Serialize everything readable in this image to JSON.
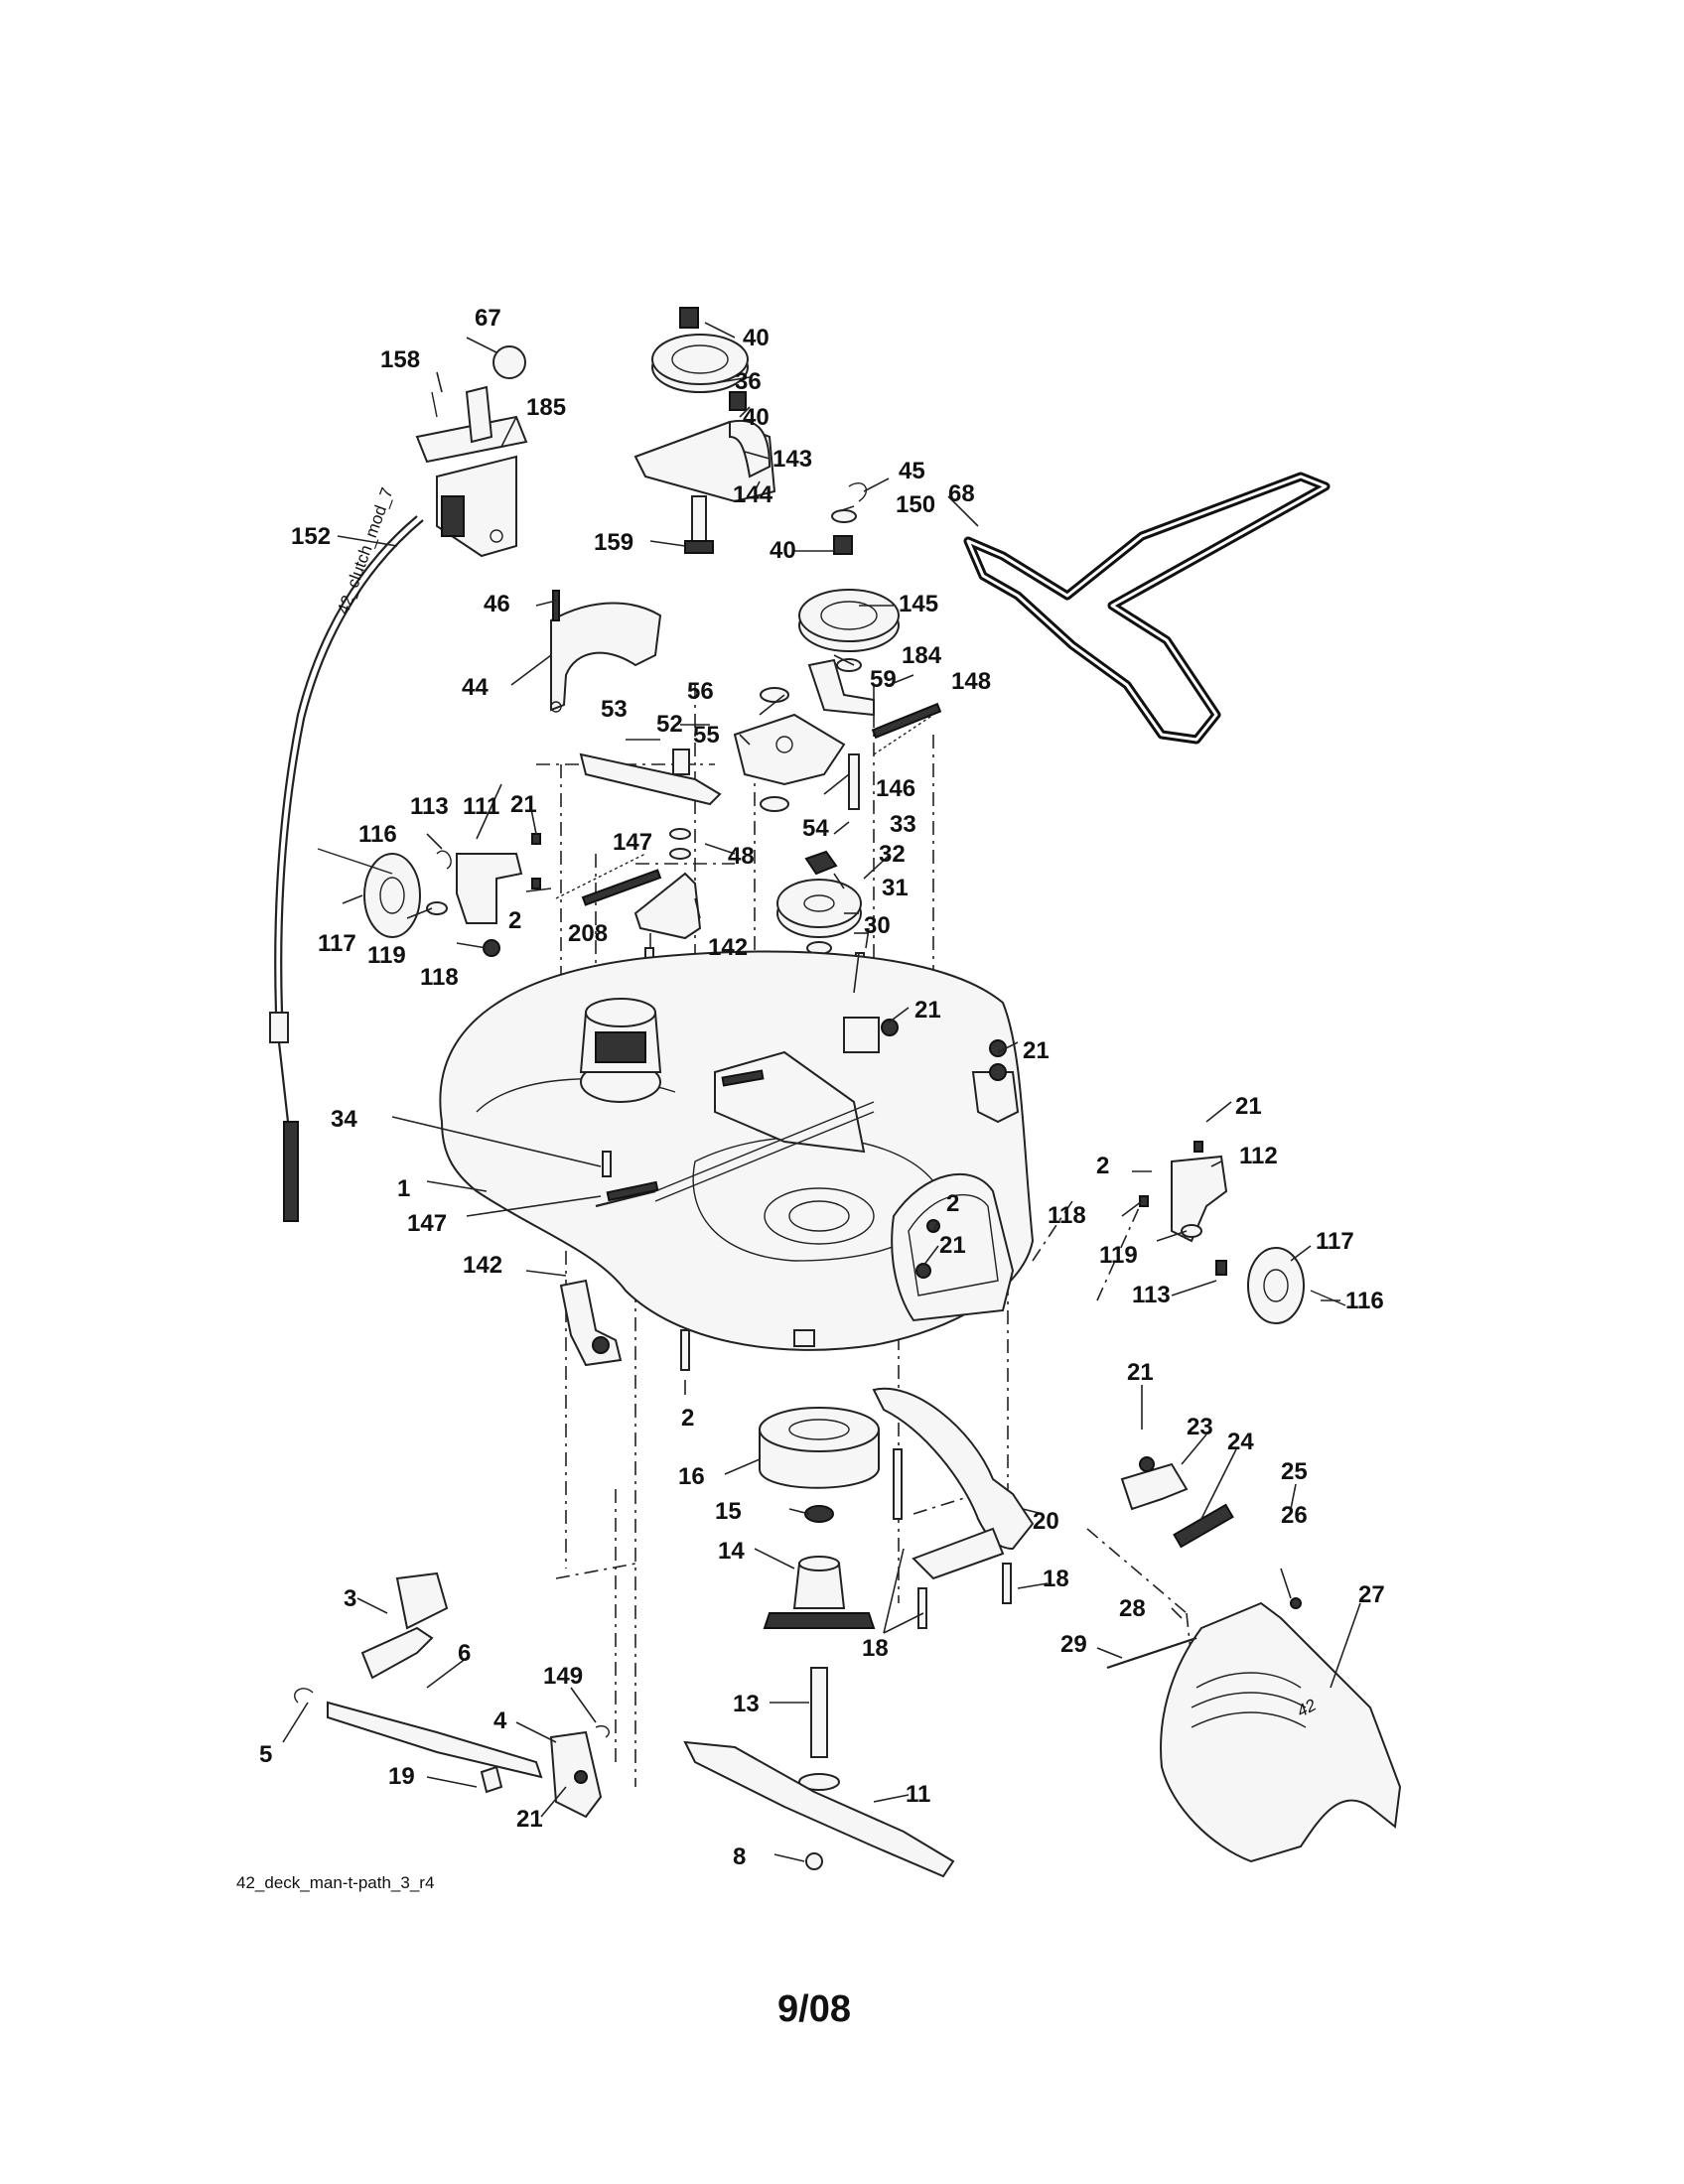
{
  "diagram_id_label": "42_deck_man-t-path_3_r4",
  "cable_label": "42_clutch_mod_7",
  "decal_text": "42",
  "date_code": "9/08",
  "parts": [
    {
      "key": "p67",
      "label": "67"
    },
    {
      "key": "p158",
      "label": "158"
    },
    {
      "key": "p185",
      "label": "185"
    },
    {
      "key": "p152",
      "label": "152"
    },
    {
      "key": "p40a",
      "label": "40"
    },
    {
      "key": "p36",
      "label": "36"
    },
    {
      "key": "p40b",
      "label": "40"
    },
    {
      "key": "p143",
      "label": "143"
    },
    {
      "key": "p144",
      "label": "144"
    },
    {
      "key": "p45",
      "label": "45"
    },
    {
      "key": "p150",
      "label": "150"
    },
    {
      "key": "p68",
      "label": "68"
    },
    {
      "key": "p159",
      "label": "159"
    },
    {
      "key": "p40c",
      "label": "40"
    },
    {
      "key": "p46",
      "label": "46"
    },
    {
      "key": "p145",
      "label": "145"
    },
    {
      "key": "p44",
      "label": "44"
    },
    {
      "key": "p184",
      "label": "184"
    },
    {
      "key": "p56",
      "label": "56"
    },
    {
      "key": "p59",
      "label": "59"
    },
    {
      "key": "p148",
      "label": "148"
    },
    {
      "key": "p53",
      "label": "53"
    },
    {
      "key": "p52",
      "label": "52"
    },
    {
      "key": "p55",
      "label": "55"
    },
    {
      "key": "p146",
      "label": "146"
    },
    {
      "key": "p54",
      "label": "54"
    },
    {
      "key": "p33",
      "label": "33"
    },
    {
      "key": "p21a",
      "label": "21"
    },
    {
      "key": "p113a",
      "label": "113"
    },
    {
      "key": "p111",
      "label": "111"
    },
    {
      "key": "p116a",
      "label": "116"
    },
    {
      "key": "p48",
      "label": "48"
    },
    {
      "key": "p32",
      "label": "32"
    },
    {
      "key": "p147a",
      "label": "147"
    },
    {
      "key": "p31",
      "label": "31"
    },
    {
      "key": "p2a",
      "label": "2"
    },
    {
      "key": "p117a",
      "label": "117"
    },
    {
      "key": "p119a",
      "label": "119"
    },
    {
      "key": "p208",
      "label": "208"
    },
    {
      "key": "p142a",
      "label": "142"
    },
    {
      "key": "p30",
      "label": "30"
    },
    {
      "key": "p118a",
      "label": "118"
    },
    {
      "key": "p21b",
      "label": "21"
    },
    {
      "key": "p21c",
      "label": "21"
    },
    {
      "key": "p21d",
      "label": "21"
    },
    {
      "key": "p34",
      "label": "34"
    },
    {
      "key": "p112",
      "label": "112"
    },
    {
      "key": "p2b",
      "label": "2"
    },
    {
      "key": "p1",
      "label": "1"
    },
    {
      "key": "p118b",
      "label": "118"
    },
    {
      "key": "p147b",
      "label": "147"
    },
    {
      "key": "p2c",
      "label": "2"
    },
    {
      "key": "p119b",
      "label": "119"
    },
    {
      "key": "p117b",
      "label": "117"
    },
    {
      "key": "p21e",
      "label": "21"
    },
    {
      "key": "p142b",
      "label": "142"
    },
    {
      "key": "p113b",
      "label": "113"
    },
    {
      "key": "p116b",
      "label": "116"
    },
    {
      "key": "p2d",
      "label": "2"
    },
    {
      "key": "p21f",
      "label": "21"
    },
    {
      "key": "p23",
      "label": "23"
    },
    {
      "key": "p24",
      "label": "24"
    },
    {
      "key": "p16",
      "label": "16"
    },
    {
      "key": "p25",
      "label": "25"
    },
    {
      "key": "p15",
      "label": "15"
    },
    {
      "key": "p20",
      "label": "20"
    },
    {
      "key": "p26",
      "label": "26"
    },
    {
      "key": "p14",
      "label": "14"
    },
    {
      "key": "p18a",
      "label": "18"
    },
    {
      "key": "p3",
      "label": "3"
    },
    {
      "key": "p27",
      "label": "27"
    },
    {
      "key": "p28",
      "label": "28"
    },
    {
      "key": "p18b",
      "label": "18"
    },
    {
      "key": "p29",
      "label": "29"
    },
    {
      "key": "p6",
      "label": "6"
    },
    {
      "key": "p149",
      "label": "149"
    },
    {
      "key": "p13",
      "label": "13"
    },
    {
      "key": "p4",
      "label": "4"
    },
    {
      "key": "p5",
      "label": "5"
    },
    {
      "key": "p19",
      "label": "19"
    },
    {
      "key": "p11",
      "label": "11"
    },
    {
      "key": "p21g",
      "label": "21"
    },
    {
      "key": "p8",
      "label": "8"
    }
  ]
}
